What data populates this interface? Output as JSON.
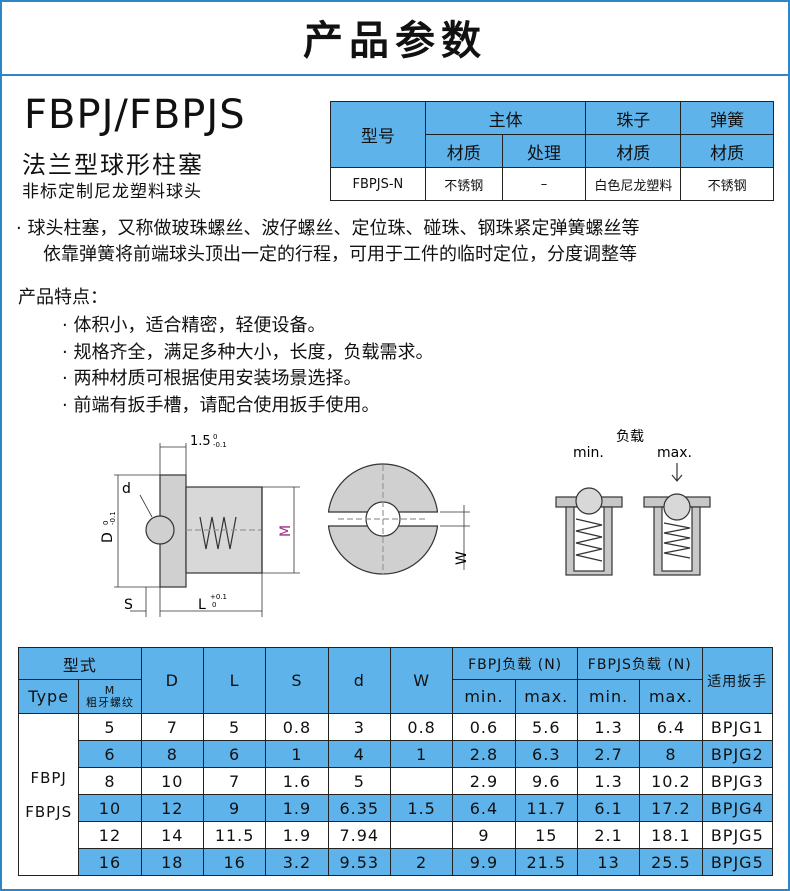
{
  "header": {
    "title": "产品参数"
  },
  "product": {
    "model": "FBPJ/FBPJS",
    "name": "法兰型球形柱塞",
    "subtitle": "非标定制尼龙塑料球头"
  },
  "materials_table": {
    "col_model": "型号",
    "group_main": "主体",
    "group_ball": "珠子",
    "group_spring": "弹簧",
    "sub_material": "材质",
    "sub_treatment": "处理",
    "sub_ball_material": "材质",
    "sub_spring_material": "材质",
    "row": {
      "model": "FBPJS-N",
      "main_material": "不锈钢",
      "treatment": "–",
      "ball_material": "白色尼龙塑料",
      "spring_material": "不锈钢"
    }
  },
  "description": {
    "line1": "· 球头柱塞，又称做玻珠螺丝、波仔螺丝、定位珠、碰珠、钢珠紧定弹簧螺丝等",
    "line2": "依靠弹簧将前端球头顶出一定的行程，可用于工件的临时定位，分度调整等"
  },
  "features": {
    "title": "产品特点：",
    "items": [
      "· 体积小，适合精密，轻便设备。",
      "· 规格齐全，满足多种大小，长度，负载需求。",
      "· 两种材质可根据使用安装场景选择。",
      "· 前端有扳手槽，请配合使用扳手使用。"
    ]
  },
  "diagram": {
    "dim_s_top": "1.5",
    "tol_s_top_upper": "0",
    "tol_s_top_lower": "-0.1",
    "label_d": "d",
    "label_D": "D",
    "tol_D_upper": "0",
    "tol_D_lower": "-0.1",
    "label_M": "M",
    "label_S": "S",
    "label_L": "L",
    "tol_L_upper": "+0.1",
    "tol_L_lower": "0",
    "label_W": "W",
    "load_label": "负载",
    "min_label": "min.",
    "max_label": "max."
  },
  "spec_table": {
    "h_type_cn": "型式",
    "h_type_en": "Type",
    "h_m_top": "M",
    "h_m_bottom": "粗牙螺纹",
    "h_D": "D",
    "h_L": "L",
    "h_S": "S",
    "h_d": "d",
    "h_W": "W",
    "h_fbpj_load": "FBPJ负载 (N)",
    "h_fbpjs_load": "FBPJS负载 (N)",
    "h_wrench": "适用扳手",
    "h_min1": "min.",
    "h_max1": "max.",
    "h_min2": "min.",
    "h_max2": "max.",
    "type_1": "FBPJ",
    "type_2": "FBPJS",
    "rows": [
      {
        "M": "5",
        "D": "7",
        "L": "5",
        "S": "0.8",
        "d": "3",
        "W": "0.8",
        "fbpj_min": "0.6",
        "fbpj_max": "5.6",
        "fbpjs_min": "1.3",
        "fbpjs_max": "6.4",
        "wrench": "BPJG1"
      },
      {
        "M": "6",
        "D": "8",
        "L": "6",
        "S": "1",
        "d": "4",
        "W": "1",
        "fbpj_min": "2.8",
        "fbpj_max": "6.3",
        "fbpjs_min": "2.7",
        "fbpjs_max": "8",
        "wrench": "BPJG2"
      },
      {
        "M": "8",
        "D": "10",
        "L": "7",
        "S": "1.6",
        "d": "5",
        "W": "",
        "fbpj_min": "2.9",
        "fbpj_max": "9.6",
        "fbpjs_min": "1.3",
        "fbpjs_max": "10.2",
        "wrench": "BPJG3"
      },
      {
        "M": "10",
        "D": "12",
        "L": "9",
        "S": "1.9",
        "d": "6.35",
        "W": "1.5",
        "fbpj_min": "6.4",
        "fbpj_max": "11.7",
        "fbpjs_min": "6.1",
        "fbpjs_max": "17.2",
        "wrench": "BPJG4"
      },
      {
        "M": "12",
        "D": "14",
        "L": "11.5",
        "S": "1.9",
        "d": "7.94",
        "W": "",
        "fbpj_min": "9",
        "fbpj_max": "15",
        "fbpjs_min": "2.1",
        "fbpjs_max": "18.1",
        "wrench": "BPJG5"
      },
      {
        "M": "16",
        "D": "18",
        "L": "16",
        "S": "3.2",
        "d": "9.53",
        "W": "2",
        "fbpj_min": "9.9",
        "fbpj_max": "21.5",
        "fbpjs_min": "13",
        "fbpjs_max": "25.5",
        "wrench": "BPJG5"
      }
    ]
  },
  "colors": {
    "accent": "#5eb3ea",
    "border": "#2e86c8",
    "magenta": "#9b2d86"
  }
}
